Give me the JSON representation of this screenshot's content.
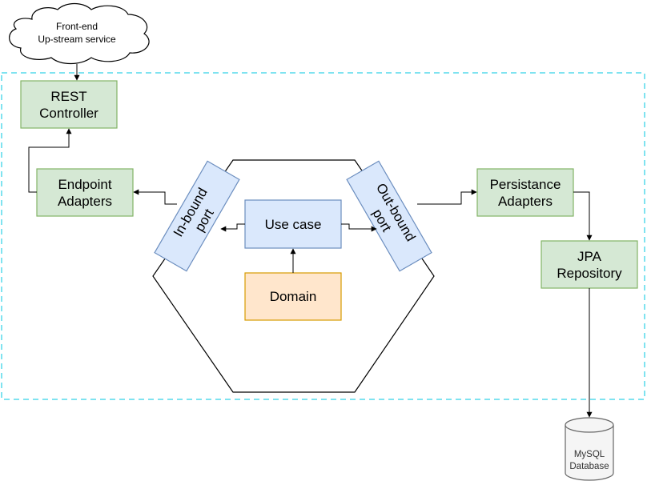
{
  "nodes": {
    "upstream": {
      "line1": "Front-end",
      "line2": "Up-stream service"
    },
    "rest_controller": {
      "line1": "REST",
      "line2": "Controller"
    },
    "endpoint_adapters": {
      "line1": "Endpoint",
      "line2": "Adapters"
    },
    "inbound_port": {
      "line1": "In-bound",
      "line2": "port"
    },
    "use_case": {
      "label": "Use case"
    },
    "domain": {
      "label": "Domain"
    },
    "outbound_port": {
      "line1": "Out-bound",
      "line2": "port"
    },
    "persistence_adapters": {
      "line1": "Persistance",
      "line2": "Adapters"
    },
    "jpa_repository": {
      "line1": "JPA",
      "line2": "Repository"
    },
    "database": {
      "line1": "MySQL",
      "line2": "Database"
    }
  },
  "colors": {
    "green_fill": "#d5e8d4",
    "green_stroke": "#82b366",
    "blue_fill": "#dae8fc",
    "blue_stroke": "#6c8ebf",
    "orange_fill": "#ffe6cc",
    "orange_stroke": "#d79b00",
    "boundary_dash": "#7fe3f0",
    "line": "#000000"
  }
}
